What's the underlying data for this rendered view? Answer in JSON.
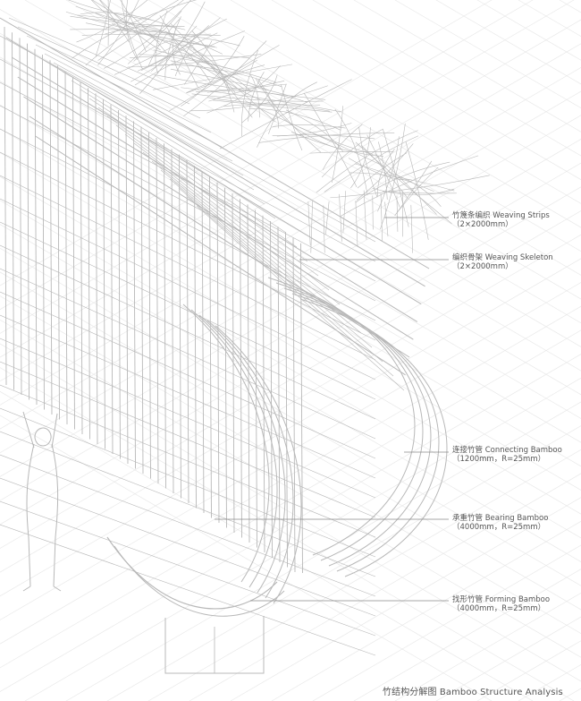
{
  "colors": {
    "line": "#b8b8b8",
    "grid": "#e9e9e9",
    "leader": "#8a8a8a",
    "text": "#555555",
    "background": "#ffffff"
  },
  "labels": [
    {
      "id": "weaving-strips",
      "title": "竹篾条编织 Weaving Strips",
      "sub": "（2×2000mm）"
    },
    {
      "id": "weaving-skeleton",
      "title": "编织骨架 Weaving Skeleton",
      "sub": "（2×2000mm）"
    },
    {
      "id": "connecting-bamboo",
      "title": "连接竹管  Connecting Bamboo",
      "sub": "（1200mm，R=25mm）"
    },
    {
      "id": "bearing-bamboo",
      "title": "承重竹管  Bearing Bamboo",
      "sub": "（4000mm，R=25mm）"
    },
    {
      "id": "forming-bamboo",
      "title": "找形竹管  Forming Bamboo",
      "sub": "（4000mm，R=25mm）"
    }
  ],
  "caption": "竹结构分解图  Bamboo Structure Analysis"
}
